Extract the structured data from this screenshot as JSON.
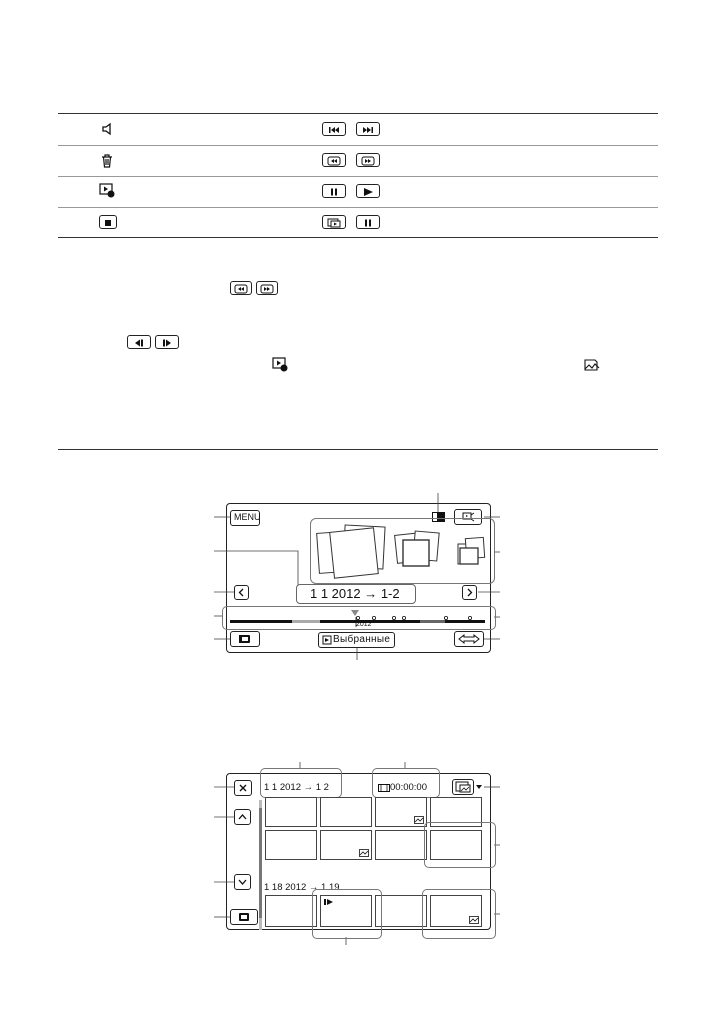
{
  "event_view": {
    "menu_label": "MENU",
    "event_name": "1 1 2012 → 1-2",
    "year_label": "2012",
    "highlights_label": "Выбранные"
  },
  "index_view": {
    "group1_date": "1 1 2012 → 1 2",
    "group2_date": "1 18 2012 → 1 19",
    "counter": "00:00:00"
  },
  "icons": {
    "table_row1": [
      "speaker-icon",
      "prev-next-icon"
    ],
    "table_row2": [
      "trash-icon",
      "rewind-forward-icon"
    ],
    "table_row3": [
      "photo-capture-icon",
      "pause-play-icon"
    ],
    "table_row4": [
      "stop-icon",
      "slideshow-pause-icon"
    ]
  }
}
